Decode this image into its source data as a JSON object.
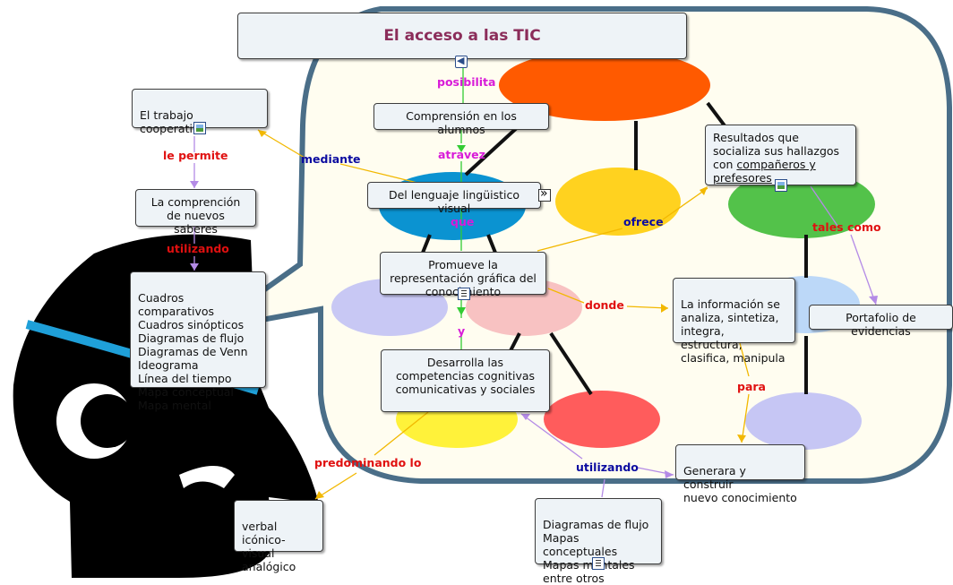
{
  "diagram": {
    "title": "El acceso a las TIC",
    "nodes": {
      "comprension": "Comprensión en los alumnos",
      "lenguaje": "Del lenguaje lingüistico visual",
      "promueve": "Promueve la representación gráfica del conocimiento",
      "desarrolla": "Desarrolla las competencias cognitivas comunicativas y sociales",
      "trabajo": "El trabajo cooperativo",
      "comprencion": "La comprención de nuevos saberes",
      "cuadros": "Cuadros comparativos\nCuadros sinópticos\nDiagramas de flujo\nDiagramas de Venn\nIdeograma\nLínea del tiempo\nMapa conceptual\nMapa mental",
      "resultados_prefix": "Resultados que socializa sus hallazgos con ",
      "resultados_link": "compañeros y prefesores",
      "portafolio": "Portafolio de evidencias",
      "informacion": "La información se\nanaliza, sintetiza,\nintegra, estructura,\nclasifica, manipula",
      "generara": "Generara y construir\nnuevo conocimiento",
      "verbal": "verbal\nicónico-visual\nanalógico",
      "diagramas": "Diagramas de flujo\nMapas conceptuales\nMapas mentales\nentre otros"
    },
    "links": {
      "posibilita": "posibilita",
      "atravez": "atravez",
      "que": "que",
      "y": "y",
      "mediante": "mediante",
      "le_permite": "le permite",
      "utilizando_left": "utilizando",
      "ofrece": "ofrece",
      "tales_como": "tales como",
      "donde": "donde",
      "para": "para",
      "predominando": "predominando lo",
      "utilizando_bottom": "utilizando"
    },
    "colors": {
      "title": "#8b2d5a",
      "green_label": "#33cc33",
      "magenta_label": "#d81bd8",
      "red_label": "#e01010",
      "blue_label": "#0b0ba0",
      "orange_arrow": "#f2b800",
      "purple_arrow": "#b48be6",
      "node_fill": "#eef3f7"
    }
  }
}
